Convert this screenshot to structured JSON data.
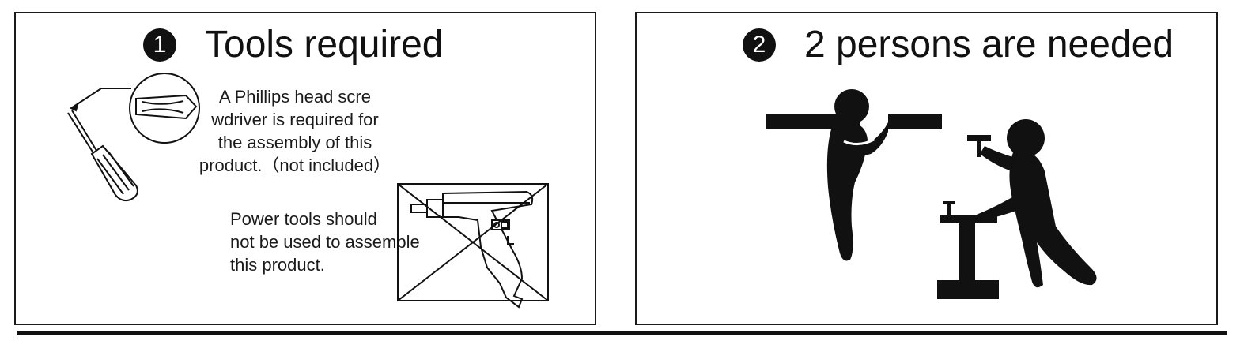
{
  "panels": {
    "left": {
      "number": "1",
      "title": "Tools required",
      "screwdriver_note": [
        "A Phillips head scre",
        "wdriver is required for",
        "the assembly of this",
        "product.（not included）"
      ],
      "power_tools_note": [
        "Power tools should",
        "not be used to assemble",
        "this product."
      ],
      "icons": [
        "phillips-screwdriver-icon",
        "screwdriver-tip-magnifier-icon",
        "crossed-out-power-drill-icon"
      ]
    },
    "right": {
      "number": "2",
      "title": "2 persons are needed",
      "icons": [
        "person-carrying-board-icon",
        "person-hammering-nail-icon"
      ]
    }
  },
  "colors": {
    "ink": "#111111",
    "background": "#ffffff"
  }
}
